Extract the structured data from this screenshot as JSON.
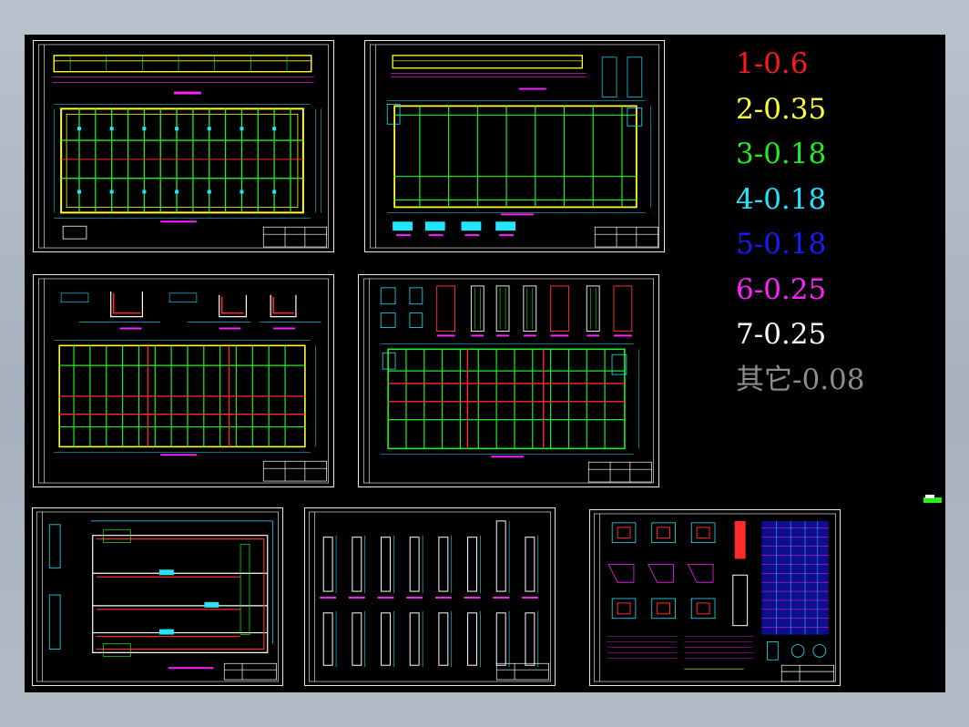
{
  "legend": {
    "items": [
      {
        "label": "1-0.6",
        "color": "#ff1a1a"
      },
      {
        "label": "2-0.35",
        "color": "#ffff33"
      },
      {
        "label": "3-0.18",
        "color": "#22ee22"
      },
      {
        "label": "4-0.18",
        "color": "#22e5ff"
      },
      {
        "label": "5-0.18",
        "color": "#1a1aff"
      },
      {
        "label": "6-0.25",
        "color": "#ff22ff"
      },
      {
        "label": "7-0.25",
        "color": "#ffffff"
      },
      {
        "label": "其它-0.08",
        "color": "#8c8c8c"
      }
    ]
  },
  "colors": {
    "background": "#000000",
    "frame": "#e8e8e8",
    "red": "#ff2a2a",
    "yellow": "#ffff33",
    "green": "#22ee22",
    "cyan": "#22e5ff",
    "magenta": "#ff22ff",
    "white": "#ffffff"
  },
  "sheets": [
    {
      "id": "sheet-1",
      "kind": "plan-grid"
    },
    {
      "id": "sheet-2",
      "kind": "plan-grid"
    },
    {
      "id": "sheet-3",
      "kind": "plan-grid"
    },
    {
      "id": "sheet-4",
      "kind": "plan-grid"
    },
    {
      "id": "sheet-5",
      "kind": "pipe-layout"
    },
    {
      "id": "sheet-6",
      "kind": "column-details"
    },
    {
      "id": "sheet-7",
      "kind": "detail-table"
    }
  ]
}
